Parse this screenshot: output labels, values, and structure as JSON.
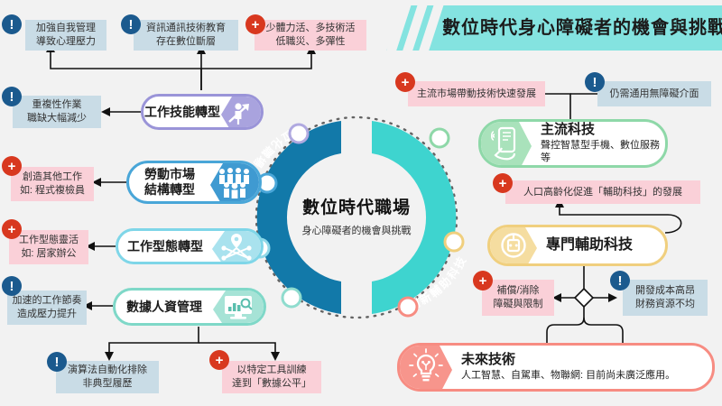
{
  "header": {
    "title": "數位時代身心障礙者的機會與挑戰",
    "band_color": "#84e3e0"
  },
  "center": {
    "title": "數位時代職場",
    "subtitle": "身心障礙者的機會與挑戰",
    "left_arc_label": "數位化職場",
    "right_arc_label": "創新輔助科技",
    "left_arc_color": "#1279a9",
    "right_arc_color": "#3ed4cf"
  },
  "left_pills": [
    {
      "label": "工作技能轉型",
      "icon": "person-arrow-up-icon",
      "color": "#9a94d8",
      "icon_bg": "#a9a3de"
    },
    {
      "label": "勞動市場\n結構轉型",
      "icon": "people-group-icon",
      "color": "#49a6d8",
      "icon_bg": "#3f9ad1"
    },
    {
      "label": "工作型態轉型",
      "icon": "network-location-icon",
      "color": "#7fd6e8",
      "icon_bg": "#a9e2ee"
    },
    {
      "label": "數據人資管理",
      "icon": "dashboard-search-icon",
      "color": "#7fd8c8",
      "icon_bg": "#a6e3d6"
    }
  ],
  "right_pills": [
    {
      "title": "主流科技",
      "subtitle": "聲控智慧型手機、數位服務等",
      "icon": "smartphone-hand-icon",
      "color": "#8ed8a8",
      "icon_bg": "#a9e2bb"
    },
    {
      "title": "專門輔助科技",
      "subtitle": "",
      "icon": "assistive-robot-icon",
      "color": "#f0cf7e",
      "icon_bg": "#f5dda0"
    },
    {
      "title": "未來技術",
      "subtitle": "人工智慧、自駕車、物聯網: 目前尚未廣泛應用。",
      "icon": "lightbulb-idea-icon",
      "color": "#f78c82",
      "icon_bg": "#f7958c"
    }
  ],
  "notes": [
    {
      "id": "n1",
      "kind": "warn",
      "text": "加強自我管理\n導致心理壓力"
    },
    {
      "id": "n2",
      "kind": "warn",
      "text": "資訊通訊技術教育\n存在數位斷層"
    },
    {
      "id": "n3",
      "kind": "plus",
      "text": "少體力活、多技術活\n低職災、多彈性"
    },
    {
      "id": "n4",
      "kind": "warn",
      "text": "重複性作業\n職缺大幅減少"
    },
    {
      "id": "n5",
      "kind": "plus",
      "text": "創造其他工作\n如: 程式複檢員"
    },
    {
      "id": "n6",
      "kind": "plus",
      "text": "工作型態靈活\n如: 居家辦公"
    },
    {
      "id": "n7",
      "kind": "warn",
      "text": "加速的工作節奏\n造成壓力提升"
    },
    {
      "id": "n8",
      "kind": "warn",
      "text": "演算法自動化排除\n非典型履歷"
    },
    {
      "id": "n9",
      "kind": "plus",
      "text": "以特定工具訓練\n達到「數據公平」"
    },
    {
      "id": "n10",
      "kind": "plus",
      "text": "主流市場帶動技術快速發展"
    },
    {
      "id": "n11",
      "kind": "warn",
      "text": "仍需通用無障礙介面"
    },
    {
      "id": "n12",
      "kind": "plus",
      "text": "人口高齡化促進「輔助科技」的發展"
    },
    {
      "id": "n13",
      "kind": "plus",
      "text": "補償/消除\n障礙與限制"
    },
    {
      "id": "n14",
      "kind": "warn",
      "text": "開發成本高昂\n財務資源不均"
    }
  ],
  "badges": {
    "warn_glyph": "!",
    "plus_glyph": "+",
    "warn_color": "#1b5a8e",
    "plus_color": "#d8381f"
  },
  "palette": {
    "background": "#f2f2f2",
    "note_blue": "#c9dce6",
    "note_pink": "#fad0d8"
  }
}
